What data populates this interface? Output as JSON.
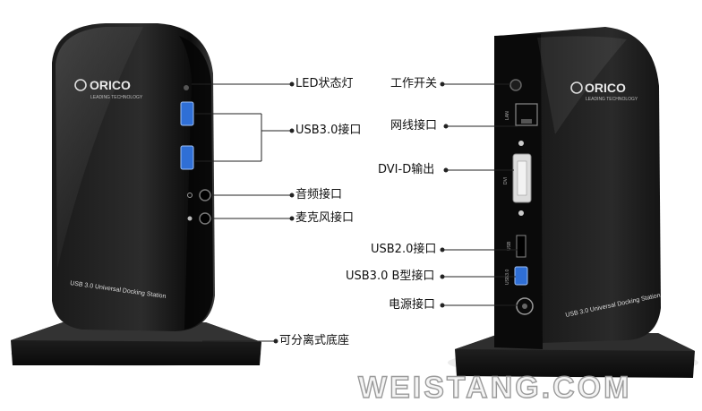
{
  "devices": {
    "front": {
      "brand": "ORICO",
      "brand_tagline": "LEADING TECHNOLOGY",
      "model_text": "USB 3.0 Universal Docking Station"
    },
    "back": {
      "brand": "ORICO",
      "brand_tagline": "LEADING TECHNOLOGY",
      "model_text": "USB 3.0 Universal Docking Station",
      "port_marks": {
        "lan": "LAN",
        "dvi": "DVI",
        "usb": "USB",
        "usb3": "USB3.0"
      }
    }
  },
  "callouts_front": {
    "led": "LED状态灯",
    "usb3": "USB3.0接口",
    "audio": "音频接口",
    "mic": "麦克风接口",
    "base": "可分离式底座"
  },
  "callouts_back": {
    "power_switch": "工作开关",
    "lan": "网线接口",
    "dvi": "DVI-D输出",
    "usb2": "USB2.0接口",
    "usb3b": "USB3.0 B型接口",
    "power": "电源接口"
  },
  "watermark": "WEISTANG.COM",
  "colors": {
    "body": "#111111",
    "usb3_blue": "#2f6fd6",
    "callout_line": "#222222"
  }
}
